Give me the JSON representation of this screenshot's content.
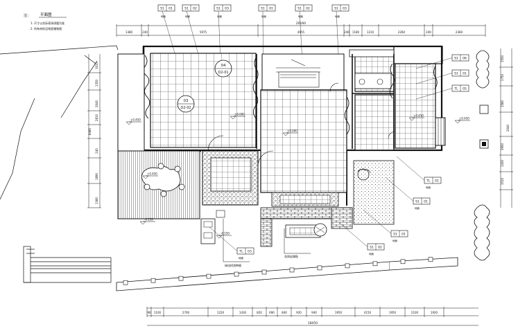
{
  "notes": {
    "title": "平面图",
    "prefix": "注：",
    "line1": "1. 尺寸以实际现场测量为准",
    "line2": "2. 所有材料见地面铺装图"
  },
  "top_tags": [
    {
      "code": "S1",
      "num": "01"
    },
    {
      "code": "S1",
      "num": "02"
    },
    {
      "code": "S1",
      "num": "03"
    },
    {
      "code": "S1",
      "num": "01"
    },
    {
      "code": "S1",
      "num": "02"
    },
    {
      "code": "S1",
      "num": "03"
    }
  ],
  "top_dims": {
    "total": "20160",
    "segments": [
      "1380",
      "240",
      "5975",
      "4955",
      "240",
      "1180",
      "1210",
      "2260",
      "240",
      "2360"
    ]
  },
  "right_tags": [
    {
      "code": "S1",
      "num": "06"
    },
    {
      "code": "S1",
      "num": "01"
    },
    {
      "code": "TL",
      "num": "05"
    }
  ],
  "lower_tags": [
    {
      "code": "TL",
      "num": "01"
    },
    {
      "code": "S1",
      "num": "01"
    },
    {
      "code": "S1",
      "num": "01"
    },
    {
      "code": "S1",
      "num": "02"
    },
    {
      "code": "TL",
      "num": "03"
    }
  ],
  "bottom_dims": {
    "total": "18450",
    "segments": [
      "90",
      "1100",
      "2700",
      "1220",
      "1430",
      "820",
      "690",
      "840",
      "920",
      "940",
      "1950",
      "4150",
      "1950",
      "2100",
      "1920"
    ]
  },
  "left_dims": [
    "1610",
    "1350",
    "2640",
    "2810",
    "8480",
    "240",
    "1890",
    "1380"
  ],
  "right_dims": [
    "1550",
    "1750",
    "1580",
    "2640",
    "3950",
    "1430",
    "1510"
  ],
  "callouts": {
    "plant_label": "绿化树池种植",
    "stone_label": "花岗岩铺贴"
  },
  "level_marks": [
    "±0.450",
    "±0.450",
    "±0.000",
    "±0.000",
    "±0.450",
    "-0.150",
    "-0.150",
    "±0.450"
  ],
  "room_symbols": [
    {
      "top": "04",
      "bottom": "D2-01"
    },
    {
      "top": "03",
      "bottom": "D2-02"
    }
  ]
}
